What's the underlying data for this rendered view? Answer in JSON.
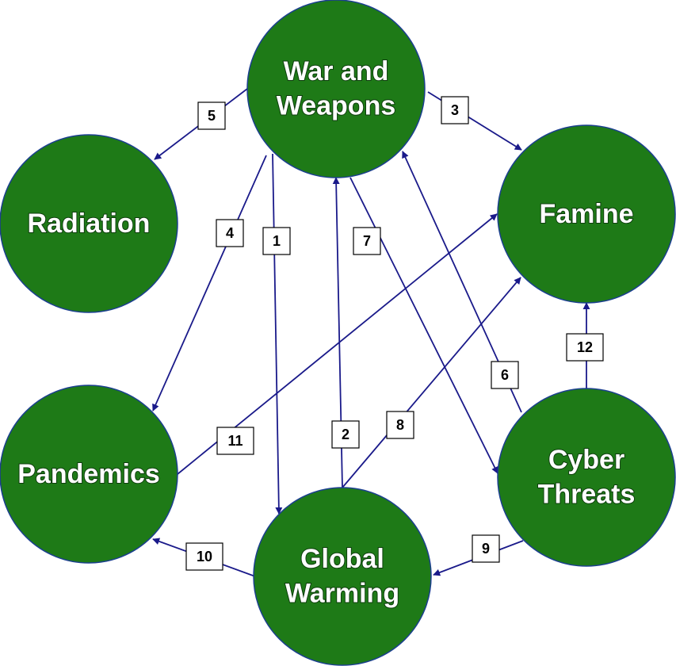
{
  "colors": {
    "node_fill": "#1e7a17",
    "node_stroke": "#1b3f8f",
    "edge": "#1a1a8a",
    "label_box_fill": "#ffffff",
    "label_box_stroke": "#000000"
  },
  "nodes": [
    {
      "id": "war",
      "lines": [
        "War and",
        "Weapons"
      ]
    },
    {
      "id": "radiation",
      "lines": [
        "Radiation"
      ]
    },
    {
      "id": "famine",
      "lines": [
        "Famine"
      ]
    },
    {
      "id": "pandemics",
      "lines": [
        "Pandemics"
      ]
    },
    {
      "id": "cyber",
      "lines": [
        "Cyber",
        "Threats"
      ]
    },
    {
      "id": "warming",
      "lines": [
        "Global",
        "Warming"
      ]
    }
  ],
  "edges": [
    {
      "label": "1",
      "from": "war",
      "to": "warming"
    },
    {
      "label": "2",
      "from": "warming",
      "to": "war"
    },
    {
      "label": "3",
      "from": "war",
      "to": "famine"
    },
    {
      "label": "4",
      "from": "war",
      "to": "pandemics"
    },
    {
      "label": "5",
      "from": "war",
      "to": "radiation"
    },
    {
      "label": "6",
      "from": "cyber",
      "to": "war"
    },
    {
      "label": "7",
      "from": "war",
      "to": "cyber"
    },
    {
      "label": "8",
      "from": "warming",
      "to": "famine"
    },
    {
      "label": "9",
      "from": "cyber",
      "to": "warming"
    },
    {
      "label": "10",
      "from": "warming",
      "to": "pandemics"
    },
    {
      "label": "11",
      "from": "pandemics",
      "to": "famine"
    },
    {
      "label": "12",
      "from": "cyber",
      "to": "famine"
    }
  ]
}
